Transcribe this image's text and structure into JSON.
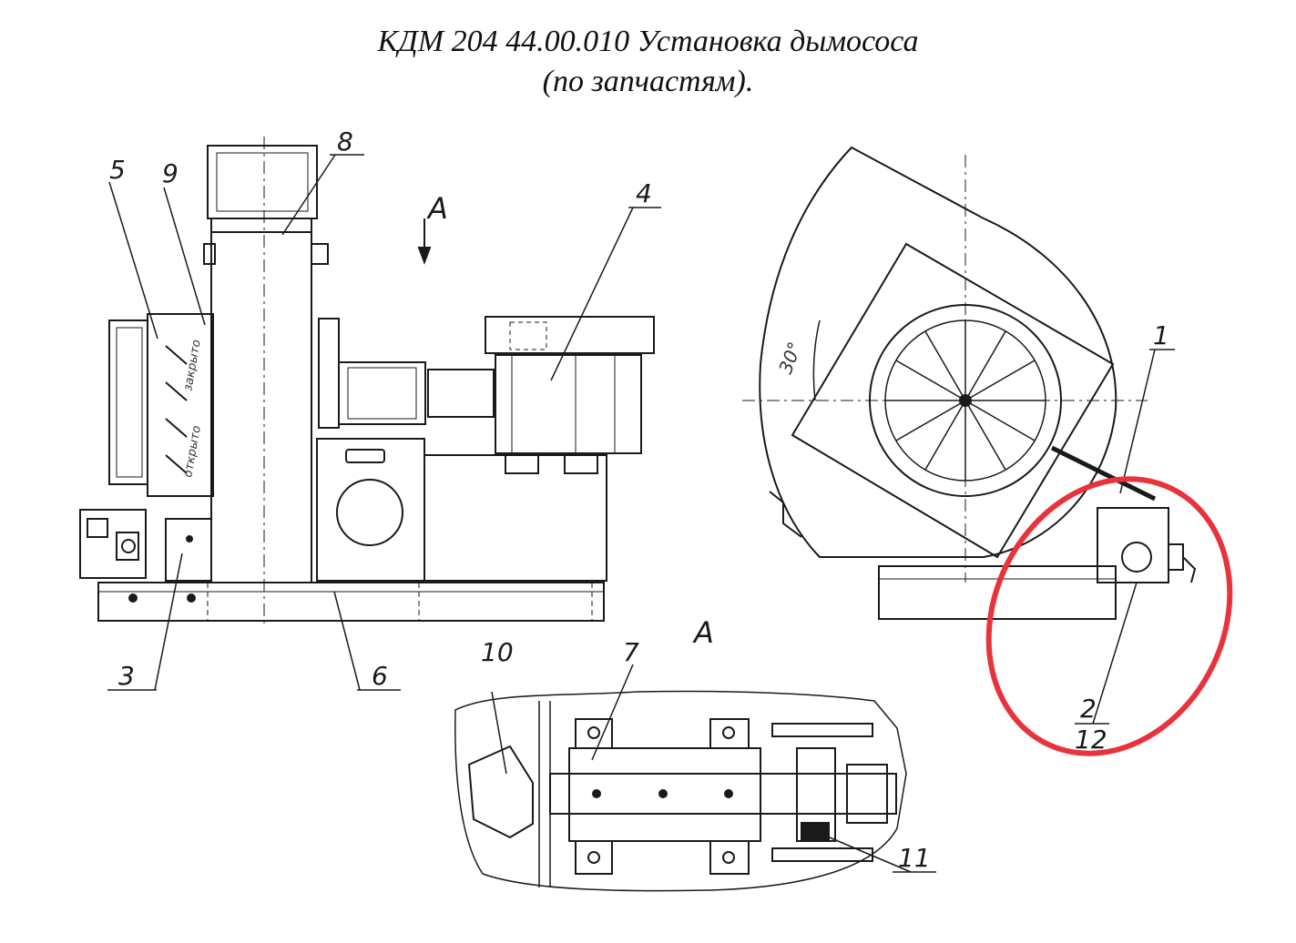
{
  "title": {
    "line1": "КДМ 204 44.00.010 Установка дымососа",
    "line2": "(по запчастям)."
  },
  "view_labels": {
    "view_arrow": "А",
    "view_section": "А"
  },
  "callouts": {
    "c1": "1",
    "c2": "2",
    "c3": "3",
    "c4": "4",
    "c5": "5",
    "c6": "6",
    "c7": "7",
    "c8": "8",
    "c9": "9",
    "c10": "10",
    "c11": "11",
    "c12": "12"
  },
  "annotations": {
    "angle": "30°",
    "open_label": "открыто",
    "closed_label": "закрыто"
  },
  "colors": {
    "line": "#1a1a1a",
    "highlight": "#e8323c",
    "background": "#ffffff"
  }
}
